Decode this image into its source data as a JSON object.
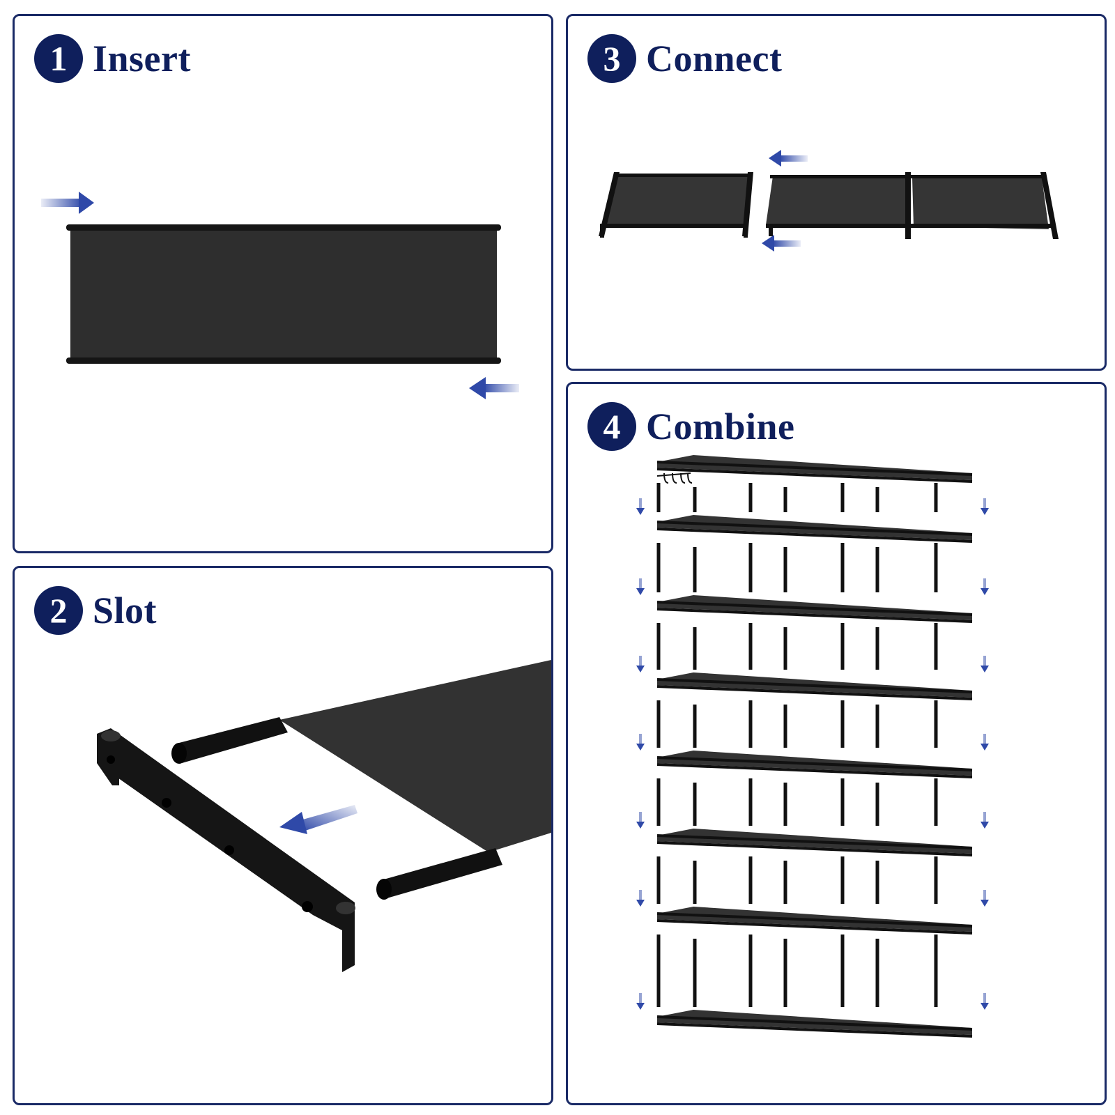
{
  "steps": [
    {
      "number": "1",
      "title": "Insert"
    },
    {
      "number": "2",
      "title": "Slot"
    },
    {
      "number": "3",
      "title": "Connect"
    },
    {
      "number": "4",
      "title": "Combine"
    }
  ],
  "colors": {
    "badge": "#0f1f5c",
    "border": "#1a2a66",
    "arrow": "#2f49a8",
    "fabric": "#2f2f2f",
    "metal": "#1a1a1a"
  },
  "icons": [
    "arrow-right-icon",
    "arrow-left-icon",
    "arrow-down-icon"
  ]
}
